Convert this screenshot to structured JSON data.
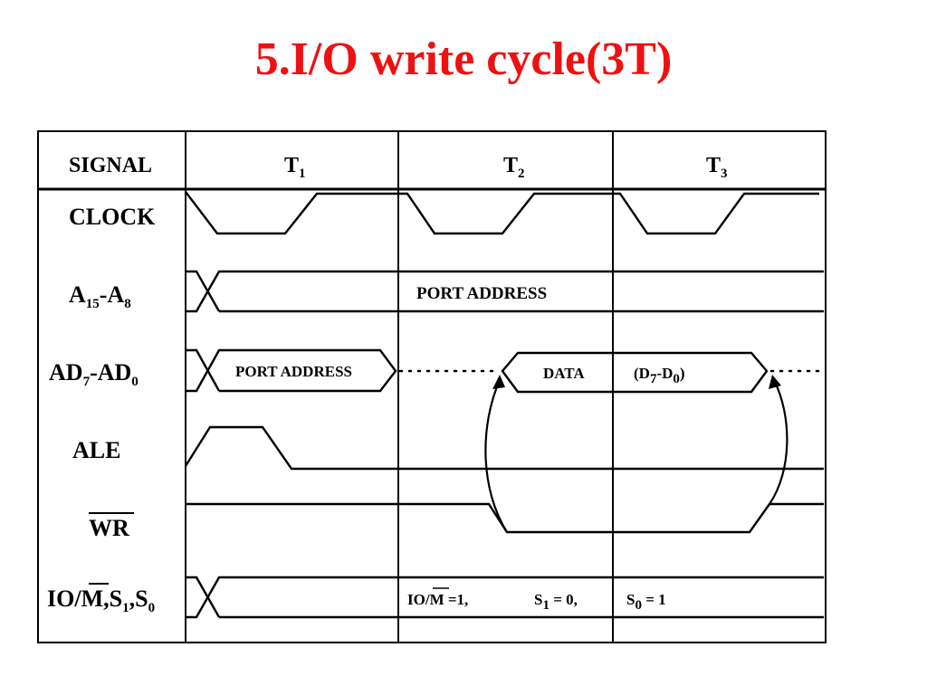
{
  "slide": {
    "title": "5.I/O write cycle(3T)"
  },
  "diagram": {
    "header": {
      "signal": "SIGNAL",
      "t1": "T",
      "t1_sub": "1",
      "t2": "T",
      "t2_sub": "2",
      "t3": "T",
      "t3_sub": "3"
    },
    "rows": {
      "clock": "CLOCK",
      "addr_high": {
        "a": "A",
        "a_sub": "15",
        "dash": "-A",
        "b_sub": "8"
      },
      "addr_low": {
        "a": "AD",
        "a_sub": "7",
        "dash": "-AD",
        "b_sub": "0"
      },
      "ale": "ALE",
      "wr": "WR",
      "iom": {
        "prefix": "IO/",
        "m": "M",
        "rest": ",S",
        "s1_sub": "1",
        "comma": ",",
        "s": "S",
        "s0_sub": "0"
      }
    },
    "bus_labels": {
      "a15_a8": "PORT ADDRESS",
      "ad_port_address": "PORT ADDRESS",
      "ad_data": "DATA",
      "ad_data_range": {
        "open": "(D",
        "d7_sub": "7",
        "mid": "-D",
        "d0_sub": "0",
        "close": ")"
      }
    },
    "status": {
      "iom": {
        "prefix": "IO/",
        "m": "M",
        "value": " =1,"
      },
      "s1": {
        "s": "S",
        "sub": "1",
        "value": " = 0,"
      },
      "s0": {
        "s": "S",
        "sub": "0",
        "value": " = 1"
      }
    }
  }
}
